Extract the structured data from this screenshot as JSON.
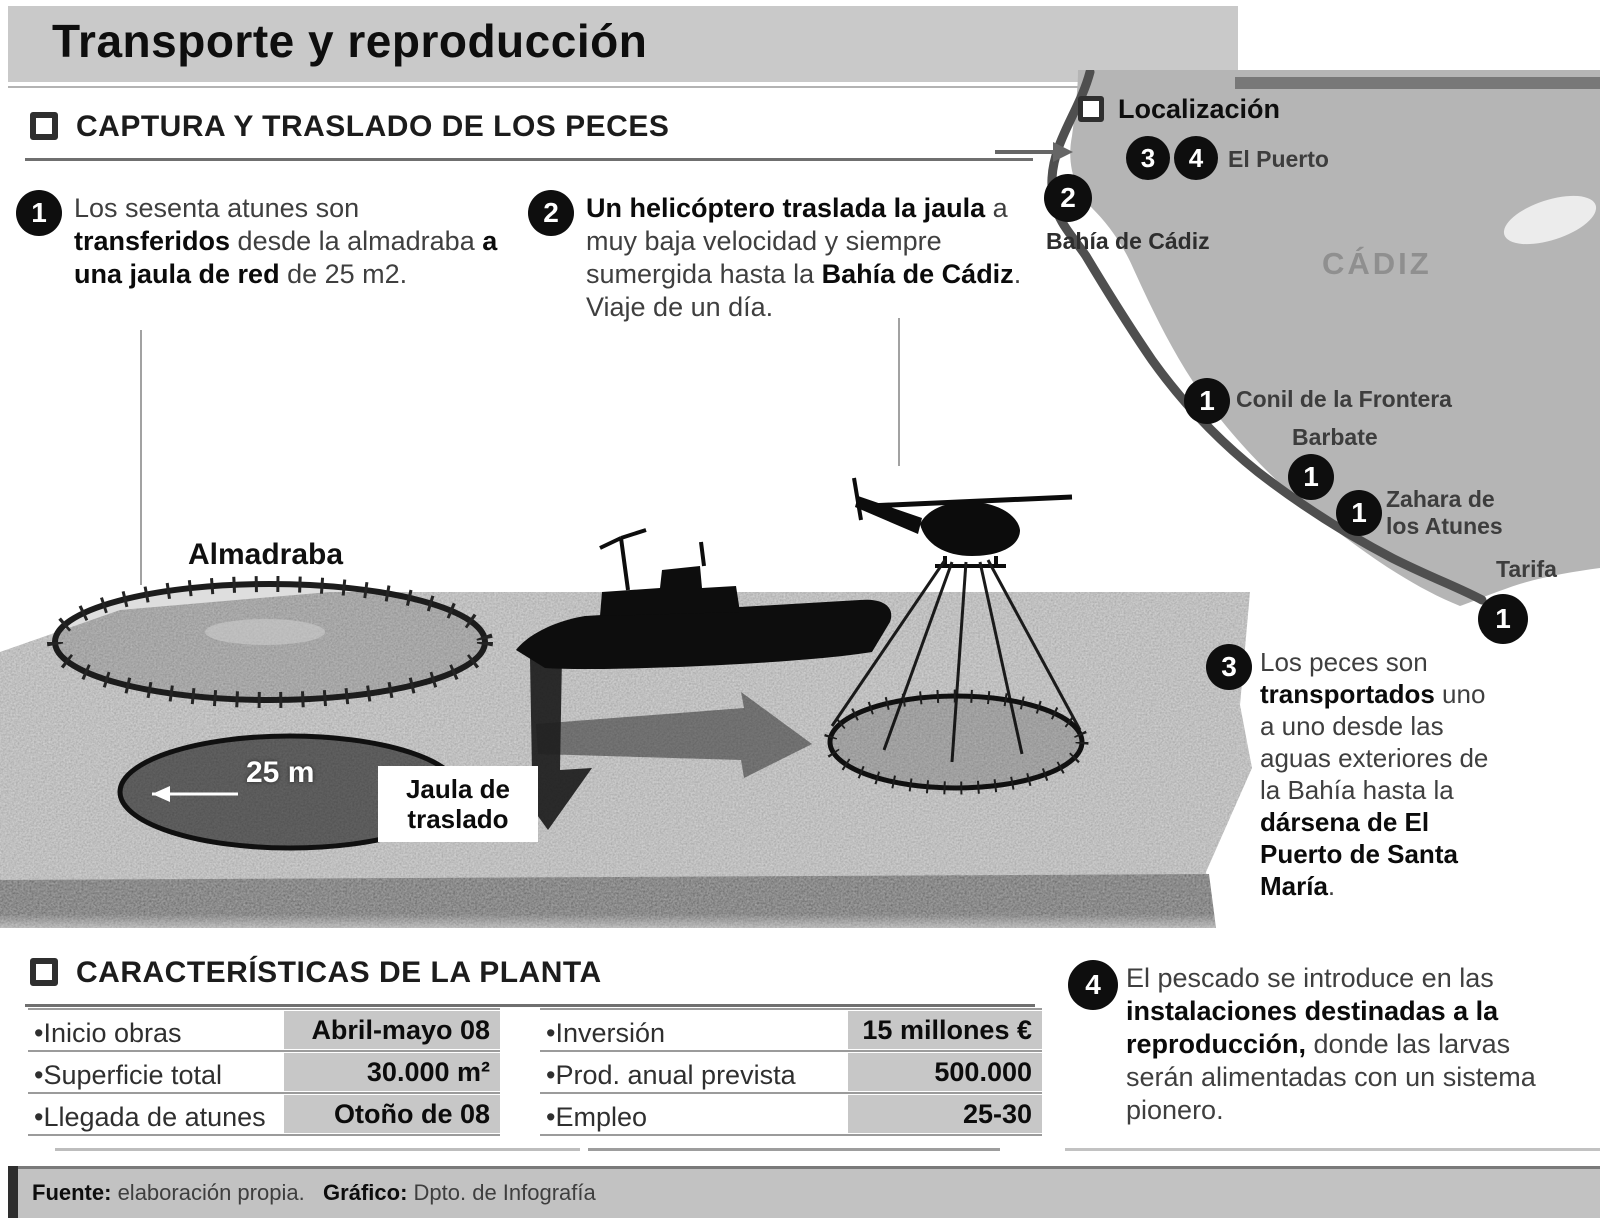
{
  "header": {
    "title": "Transporte y reproducción"
  },
  "sections": {
    "capture_title": "CAPTURA Y TRASLADO DE LOS PECES",
    "plant_title": "CARACTERÍSTICAS DE LA PLANTA"
  },
  "steps": {
    "s1": {
      "num": "1",
      "segments": [
        {
          "t": "Los sesenta atunes son ",
          "b": 0
        },
        {
          "t": "transferidos",
          "b": 1
        },
        {
          "t": " desde la almadraba ",
          "b": 0
        },
        {
          "t": "a una jaula de red",
          "b": 1
        },
        {
          "t": " de 25 m2.",
          "b": 0
        }
      ]
    },
    "s2": {
      "num": "2",
      "segments": [
        {
          "t": "Un helicóptero traslada la jaula",
          "b": 1
        },
        {
          "t": " a muy baja velocidad y siempre sumergida hasta la ",
          "b": 0
        },
        {
          "t": "Bahía de Cádiz",
          "b": 1
        },
        {
          "t": ". Viaje de un día.",
          "b": 0
        }
      ]
    },
    "s3": {
      "num": "3",
      "segments": [
        {
          "t": "Los peces son ",
          "b": 0
        },
        {
          "t": "transportados",
          "b": 1
        },
        {
          "t": " uno a uno desde las aguas exteriores de la Bahía hasta la ",
          "b": 0
        },
        {
          "t": "dársena de El Puerto de Santa María",
          "b": 1
        },
        {
          "t": ".",
          "b": 0
        }
      ]
    },
    "s4": {
      "num": "4",
      "segments": [
        {
          "t": "El pescado se introduce en las ",
          "b": 0
        },
        {
          "t": "instalaciones destinadas a la reproducción,",
          "b": 1
        },
        {
          "t": " donde las larvas serán alimentadas con un sistema pionero.",
          "b": 0
        }
      ]
    }
  },
  "illustration": {
    "almadraba_label": "Almadraba",
    "cage_size_label": "25 m",
    "transfer_cage_label": "Jaula de traslado"
  },
  "map": {
    "legend_title": "Localización",
    "region_label": "CÁDIZ",
    "el_puerto": {
      "markers": [
        "3",
        "4"
      ],
      "label": "El Puerto"
    },
    "bahia": {
      "marker": "2",
      "label": "Bahía de Cádiz"
    },
    "conil": {
      "marker": "1",
      "label": "Conil de la Frontera"
    },
    "barbate": {
      "marker": "1",
      "label": "Barbate"
    },
    "zahara": {
      "marker": "1",
      "label": "Zahara de\nlos Atunes"
    },
    "tarifa": {
      "marker": "1",
      "label": "Tarifa"
    }
  },
  "plant_table": {
    "left": [
      {
        "label": "•Inicio obras",
        "value": "Abril-mayo 08"
      },
      {
        "label": "•Superficie total",
        "value": "30.000 m²"
      },
      {
        "label": "•Llegada de atunes",
        "value": "Otoño de 08"
      }
    ],
    "right": [
      {
        "label": "•Inversión",
        "value": "15 millones €"
      },
      {
        "label": "•Prod. anual prevista",
        "value": "500.000"
      },
      {
        "label": "•Empleo",
        "value": "25-30"
      }
    ]
  },
  "footer": {
    "source_label": "Fuente:",
    "source_text": " elaboración propia.",
    "credit_label": "Gráfico:",
    "credit_text": " Dpto. de Infografía"
  }
}
